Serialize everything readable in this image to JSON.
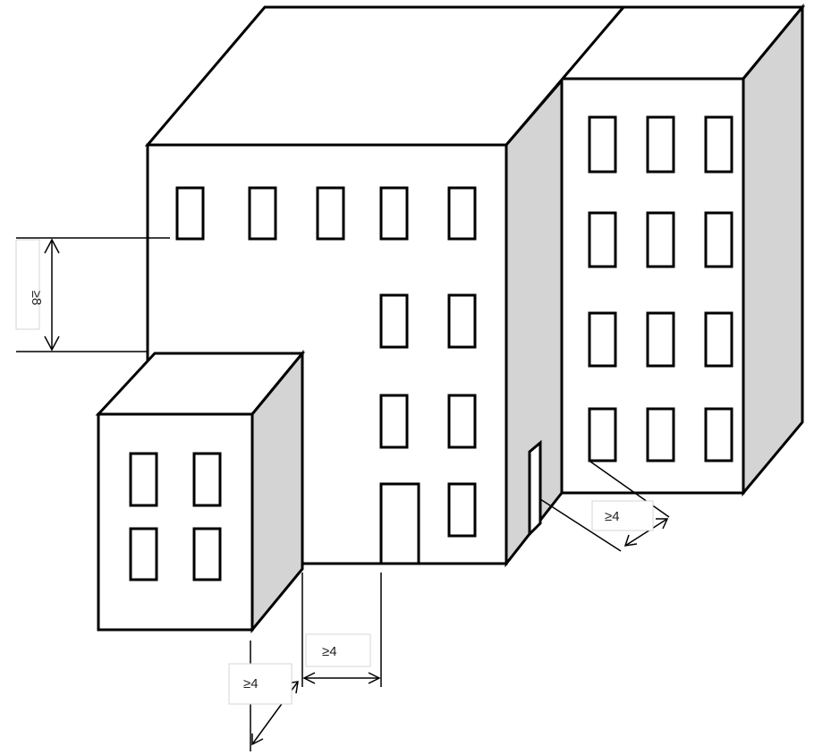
{
  "colors": {
    "shade": "#d4d4d4",
    "line": "#000000",
    "paper": "#ffffff"
  },
  "labels": {
    "vertical_gap": "≥8",
    "gap_small_to_main": "≥4",
    "gap_main_door": "≥4",
    "gap_right_building": "≥4"
  }
}
